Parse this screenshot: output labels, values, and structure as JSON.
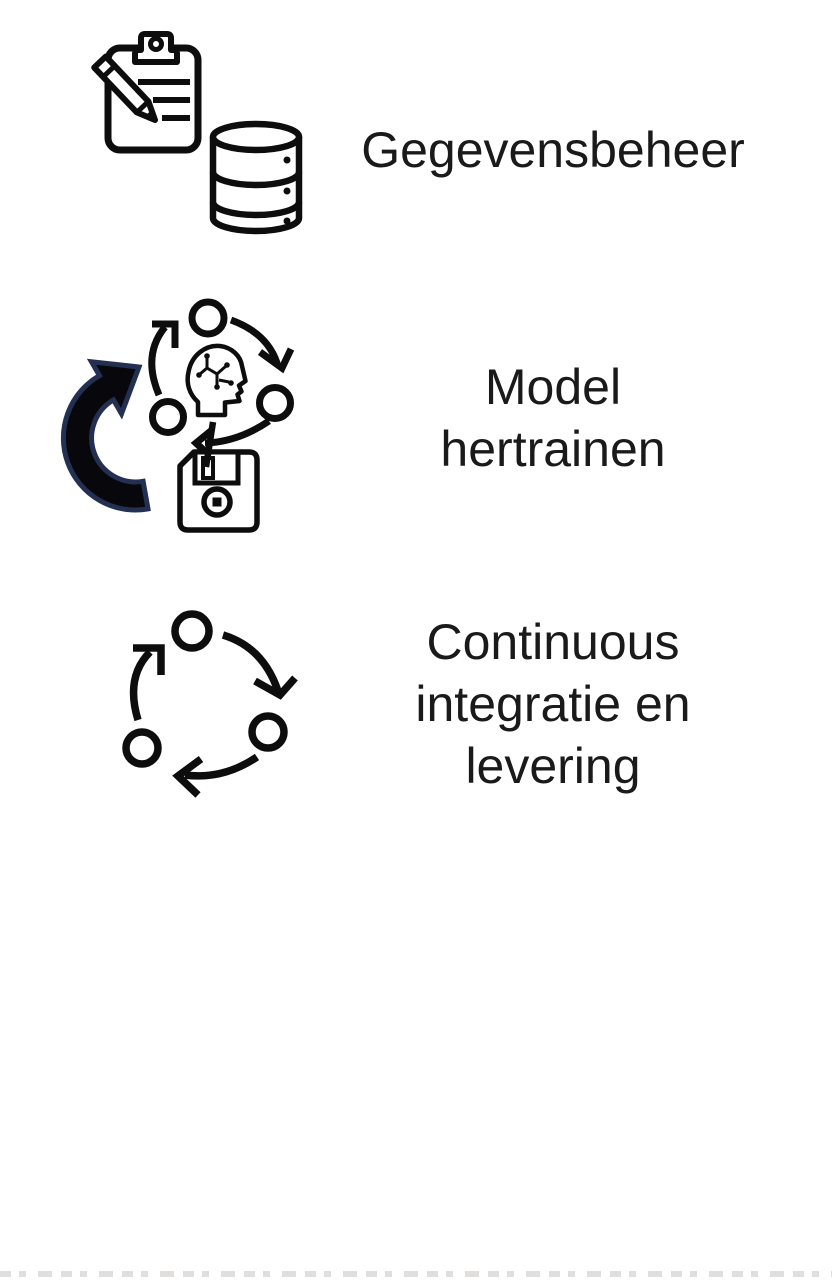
{
  "diagram": {
    "language": "nl",
    "rows": [
      {
        "id": "gegevensbeheer",
        "label": "Gegevensbeheer",
        "label_lines": [
          "Gegevensbeheer"
        ],
        "icons": [
          "clipboard-pencil-icon",
          "database-icon"
        ]
      },
      {
        "id": "model-hertrainen",
        "label": "Model hertrainen",
        "label_lines": [
          "Model",
          "hertrainen"
        ],
        "icons": [
          "model-retrain-cycle-icon"
        ]
      },
      {
        "id": "continuous-integratie-en-levering",
        "label": "Continuous integratie en levering",
        "label_lines": [
          "Continuous",
          "integratie en",
          "levering"
        ],
        "icons": [
          "refresh-cycle-icon"
        ]
      }
    ],
    "colors": {
      "background": "#ffffff",
      "text": "#1a1a1a",
      "icon_stroke": "#0d0d0d",
      "retrain_arrow_fill": "#08080c",
      "retrain_arrow_outline": "#233052"
    }
  }
}
